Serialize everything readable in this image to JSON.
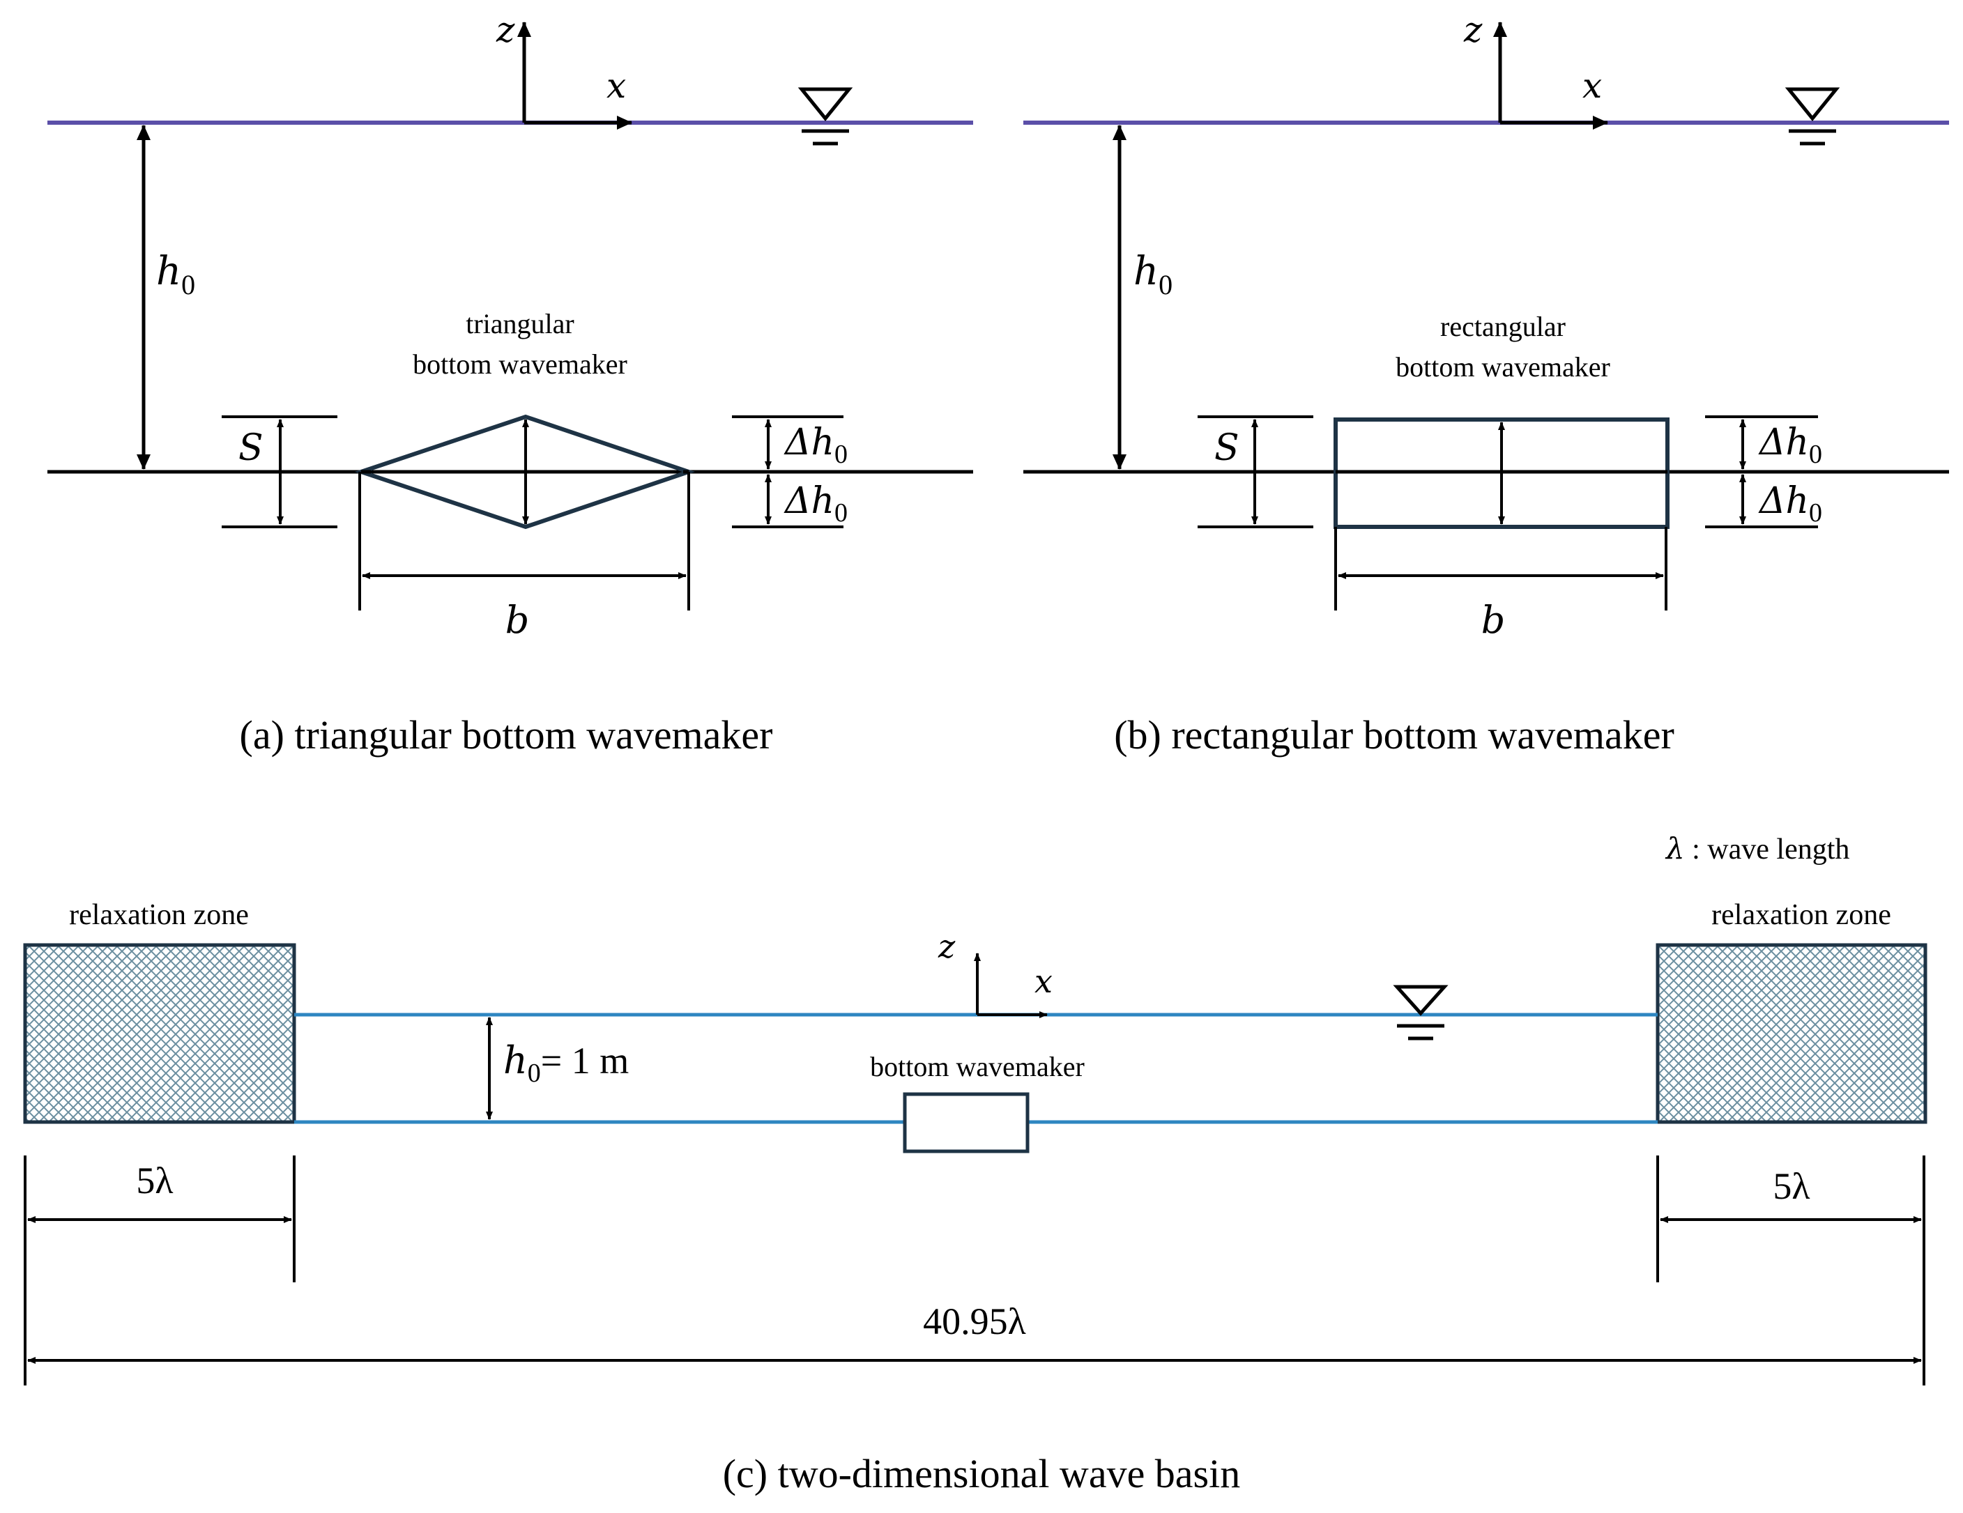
{
  "colors": {
    "ink": "#000000",
    "shape_outline": "#1e3345",
    "water_surface_top": "#5b4fa8",
    "basin_line": "#2e86c1",
    "hatch": "#6b8fa0"
  },
  "panel_a": {
    "caption": "(a) triangular bottom wavemaker",
    "wavemaker_label_line1": "triangular",
    "wavemaker_label_line2": "bottom wavemaker",
    "z_label": "z",
    "x_label": "x",
    "depth_label": "h",
    "depth_sub": "0",
    "stroke_label": "S",
    "width_label": "b",
    "delta_upper": "Δh",
    "delta_upper_sub": "0",
    "delta_lower": "Δh",
    "delta_lower_sub": "0"
  },
  "panel_b": {
    "caption": "(b) rectangular bottom wavemaker",
    "wavemaker_label_line1": "rectangular",
    "wavemaker_label_line2": "bottom wavemaker",
    "z_label": "z",
    "x_label": "x",
    "depth_label": "h",
    "depth_sub": "0",
    "stroke_label": "S",
    "width_label": "b",
    "delta_upper": "Δh",
    "delta_upper_sub": "0",
    "delta_lower": "Δh",
    "delta_lower_sub": "0"
  },
  "panel_c": {
    "caption": "(c) two-dimensional wave basin",
    "legend_symbol": "λ",
    "legend_text": " : wave length",
    "left_zone_label": "relaxation zone",
    "right_zone_label": "relaxation zone",
    "left_zone_length": "5λ",
    "right_zone_length": "5λ",
    "total_length": "40.95λ",
    "depth_label": "h",
    "depth_sub": "0",
    "depth_value": "= 1 m",
    "wavemaker_label": "bottom wavemaker",
    "z_label": "z",
    "x_label": "x"
  }
}
